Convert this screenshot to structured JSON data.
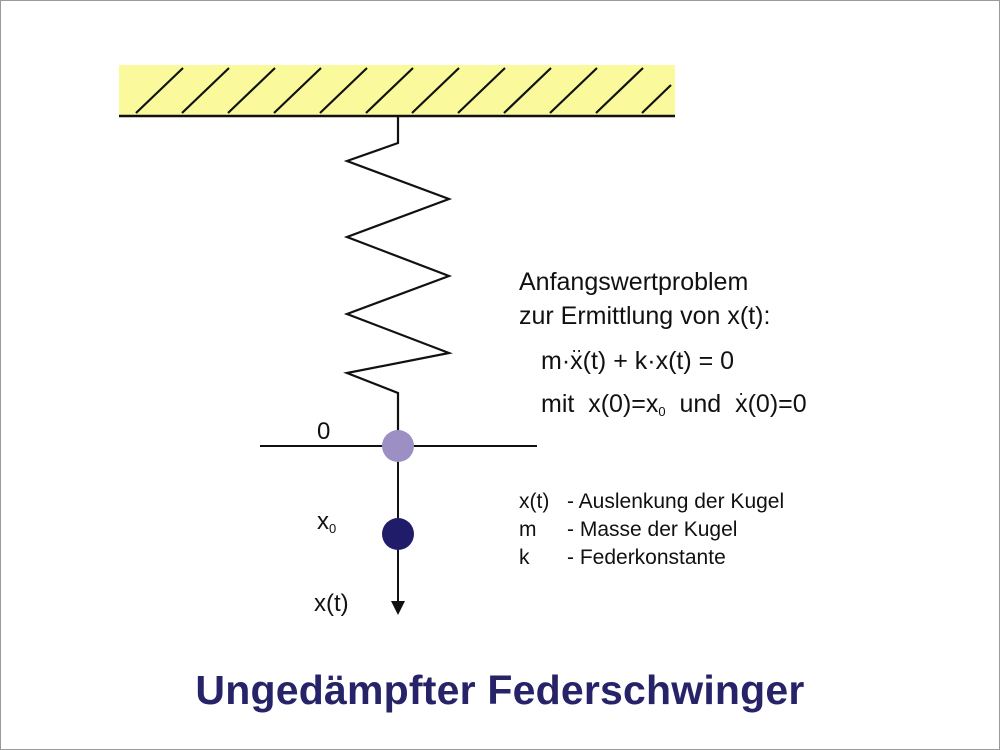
{
  "title": "Ungedämpfter Federschwinger",
  "labels": {
    "zero": "0",
    "x0_base": "x",
    "x0_sub": "0",
    "xt": "x(t)"
  },
  "problem": {
    "line1": "Anfangswertproblem",
    "line2": "zur Ermittlung von x(t):",
    "eq1_a": "m·",
    "eq1_x": "x",
    "eq1_b": "(t) + k·x(t) = 0",
    "eq2_a": "mit  x(0)=x",
    "eq2_sub": "0",
    "eq2_b": "  und  ",
    "eq2_x": "x",
    "eq2_c": "(0)=0"
  },
  "legend": [
    {
      "sym": "x(t)",
      "desc": "- Auslenkung der Kugel"
    },
    {
      "sym": "m",
      "desc": "- Masse der Kugel"
    },
    {
      "sym": "k",
      "desc": "- Federkonstante"
    }
  ],
  "colors": {
    "ceiling": "#fafa9c",
    "ball_rest": "#9b8fc4",
    "ball_displaced": "#211c6a",
    "title": "#262368"
  }
}
